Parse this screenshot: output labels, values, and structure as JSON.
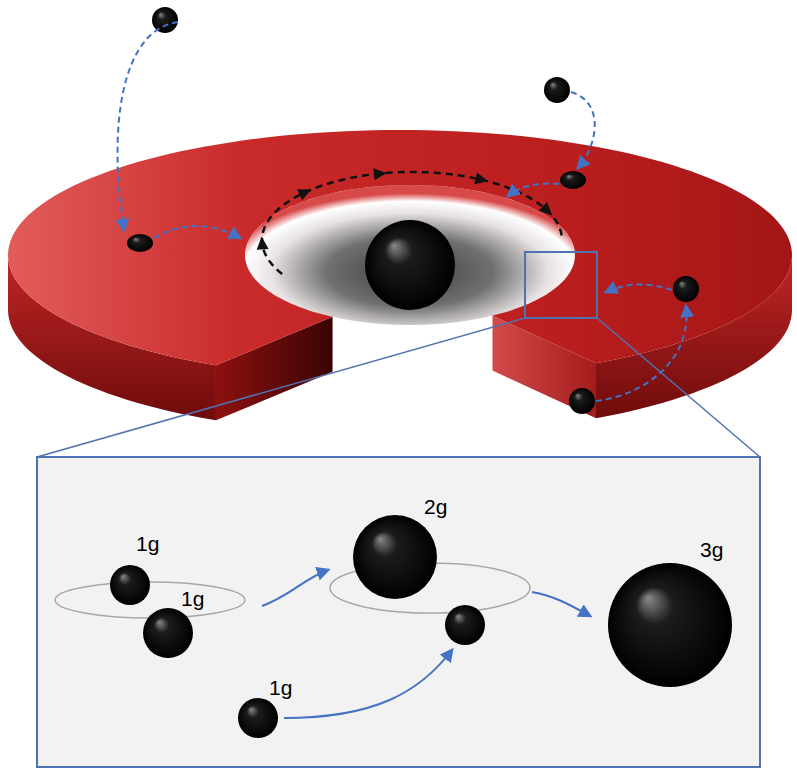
{
  "diagram": {
    "labels": [
      "1g",
      "1g",
      "2g",
      "1g",
      "3g"
    ]
  }
}
